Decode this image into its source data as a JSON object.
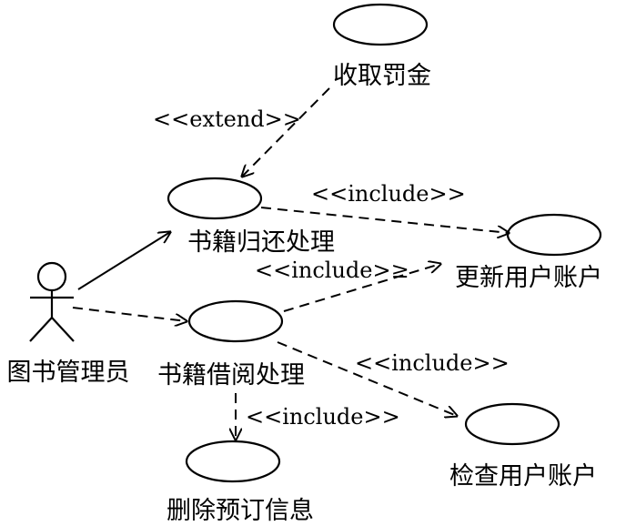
{
  "actor": {
    "label": "图书管理员"
  },
  "use_cases": {
    "fine": {
      "label": "收取罚金"
    },
    "return": {
      "label": "书籍归还处理"
    },
    "borrow": {
      "label": "书籍借阅处理"
    },
    "update": {
      "label": "更新用户账户"
    },
    "check": {
      "label": "检查用户账户"
    },
    "delete": {
      "label": "删除预订信息"
    }
  },
  "relations": {
    "extend_fine": "<<extend>>",
    "include_return_update": "<<include>>",
    "include_borrow_update": "<<include>≥",
    "include_borrow_check": "<<include>>",
    "include_borrow_delete": "<<include>>"
  }
}
